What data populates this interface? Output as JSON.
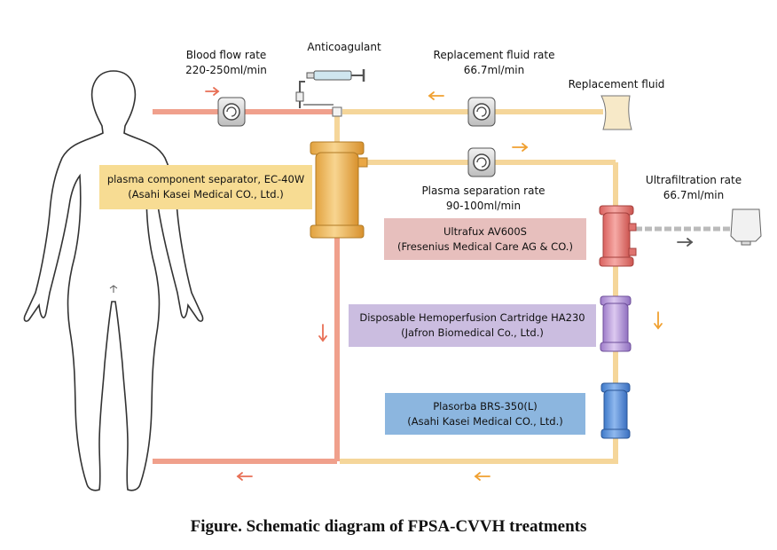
{
  "labels": {
    "blood_flow_title": "Blood flow rate",
    "blood_flow_value": "220-250ml/min",
    "anticoagulant": "Anticoagulant",
    "replacement_rate_title": "Replacement fluid rate",
    "replacement_rate_value": "66.7ml/min",
    "replacement_fluid": "Replacement fluid",
    "plasma_sep_title": "Plasma separation rate",
    "plasma_sep_value": "90-100ml/min",
    "ultrafiltration_title": "Ultrafiltration rate",
    "ultrafiltration_value": "66.7ml/min"
  },
  "boxes": {
    "separator": {
      "line1": "plasma component separator, EC-40W",
      "line2": "(Asahi Kasei Medical CO., Ltd.)",
      "color": "#f7dc93"
    },
    "ultrafux": {
      "line1": "Ultrafux AV600S",
      "line2": "(Fresenius Medical Care AG & CO.)",
      "color": "#e7bfbd"
    },
    "ha230": {
      "line1": "Disposable Hemoperfusion Cartridge HA230",
      "line2": "(Jafron Biomedical Co., Ltd.)",
      "color": "#cbbde0"
    },
    "plasorba": {
      "line1": "Plasorba BRS-350(L)",
      "line2": "(Asahi Kasei Medical CO., Ltd.)",
      "color": "#8cb6df"
    }
  },
  "colors": {
    "blood_line": "#f0a08c",
    "plasma_line": "#f5d69a",
    "arrow_blood": "#e86f55",
    "arrow_plasma": "#f0a030"
  },
  "caption": "Figure. Schematic diagram of FPSA-CVVH treatments"
}
